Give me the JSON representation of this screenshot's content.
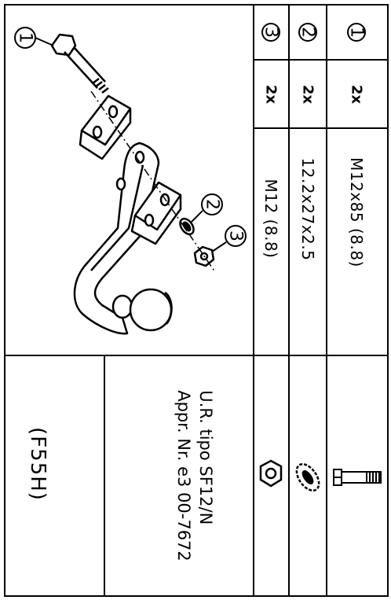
{
  "parts": [
    {
      "num": "1",
      "qty": "2x",
      "spec": "M12x85 (8.8)",
      "icon": "bolt-icon"
    },
    {
      "num": "2",
      "qty": "2x",
      "spec": "12.2x27x2.5",
      "icon": "washer-icon"
    },
    {
      "num": "3",
      "qty": "2x",
      "spec": "M12 (8.8)",
      "icon": "nut-icon"
    }
  ],
  "approval": {
    "line1": "U.R. tipo SF12/N",
    "line2": "Appr. Nr. e3 00-7672"
  },
  "model_code": "(F55H)",
  "callouts": [
    "1",
    "2",
    "3"
  ],
  "colors": {
    "ink": "#000000",
    "paper": "#ffffff"
  }
}
